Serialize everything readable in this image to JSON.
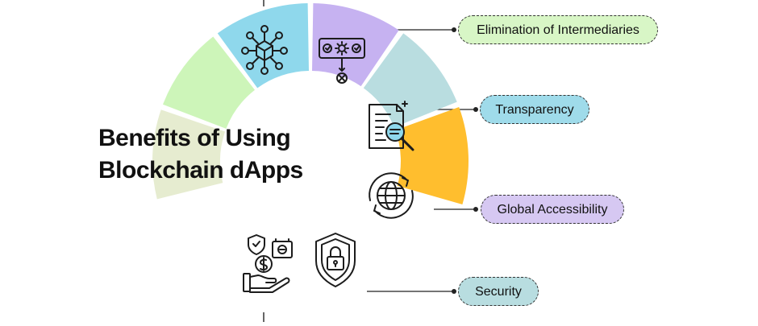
{
  "title": {
    "line1": "Benefits of Using",
    "line2": "Blockchain dApps"
  },
  "segments": [
    {
      "id": "decentralization",
      "icon": "network-cube-icon",
      "color": "#e6ecd0"
    },
    {
      "id": "automation",
      "icon": "gear-workflow-icon",
      "color": "#cdf5b9"
    },
    {
      "id": "transparency",
      "icon": "document-magnifier-icon",
      "color": "#8fd8ec"
    },
    {
      "id": "global-accessibility",
      "icon": "globe-cycle-icon",
      "color": "#c6b2f1"
    },
    {
      "id": "security",
      "icon": "shield-lock-icon",
      "color": "#b9dde0"
    },
    {
      "id": "financial",
      "icon": "hand-money-icon",
      "color": "#ffbe2e"
    }
  ],
  "benefits": [
    {
      "label": "Elimination of Intermediaries",
      "color": "#d8f6c6"
    },
    {
      "label": "Transparency",
      "color": "#9fdbea"
    },
    {
      "label": "Global Accessibility",
      "color": "#d6c8f2"
    },
    {
      "label": "Security",
      "color": "#b8dde0"
    }
  ]
}
